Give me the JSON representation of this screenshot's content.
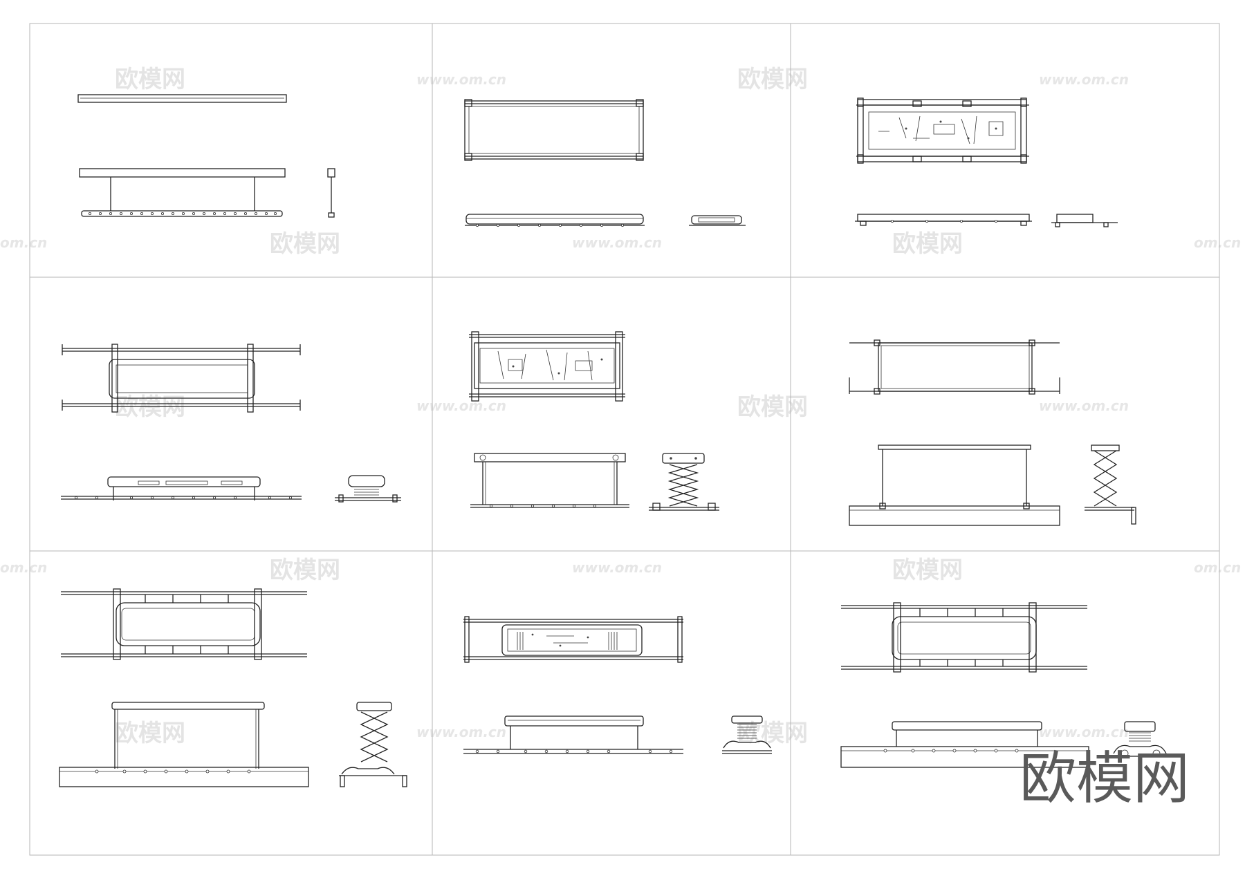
{
  "watermarks": {
    "logo_text": "欧模网",
    "url_text": "www.om.cn",
    "edge_url_text": "om.cn",
    "corner_logo_text": "欧模网"
  },
  "sheet": {
    "columns": 3,
    "rows": 3,
    "line_color": "#222222",
    "grid_color": "#b5b5b5"
  },
  "panels": [
    {
      "name": "panel-1-1",
      "views": [
        "top-view",
        "front-view",
        "side-view"
      ]
    },
    {
      "name": "panel-1-2",
      "views": [
        "top-view",
        "front-view",
        "side-view"
      ]
    },
    {
      "name": "panel-1-3",
      "views": [
        "top-view",
        "front-view",
        "side-view"
      ]
    },
    {
      "name": "panel-2-1",
      "views": [
        "top-view",
        "front-view",
        "side-view"
      ]
    },
    {
      "name": "panel-2-2",
      "views": [
        "top-view",
        "front-view",
        "side-view"
      ]
    },
    {
      "name": "panel-2-3",
      "views": [
        "top-view",
        "front-view",
        "side-view"
      ]
    },
    {
      "name": "panel-3-1",
      "views": [
        "top-view",
        "front-view",
        "side-view"
      ]
    },
    {
      "name": "panel-3-2",
      "views": [
        "top-view",
        "front-view",
        "side-view"
      ]
    },
    {
      "name": "panel-3-3",
      "views": [
        "top-view",
        "front-view",
        "side-view"
      ]
    }
  ]
}
